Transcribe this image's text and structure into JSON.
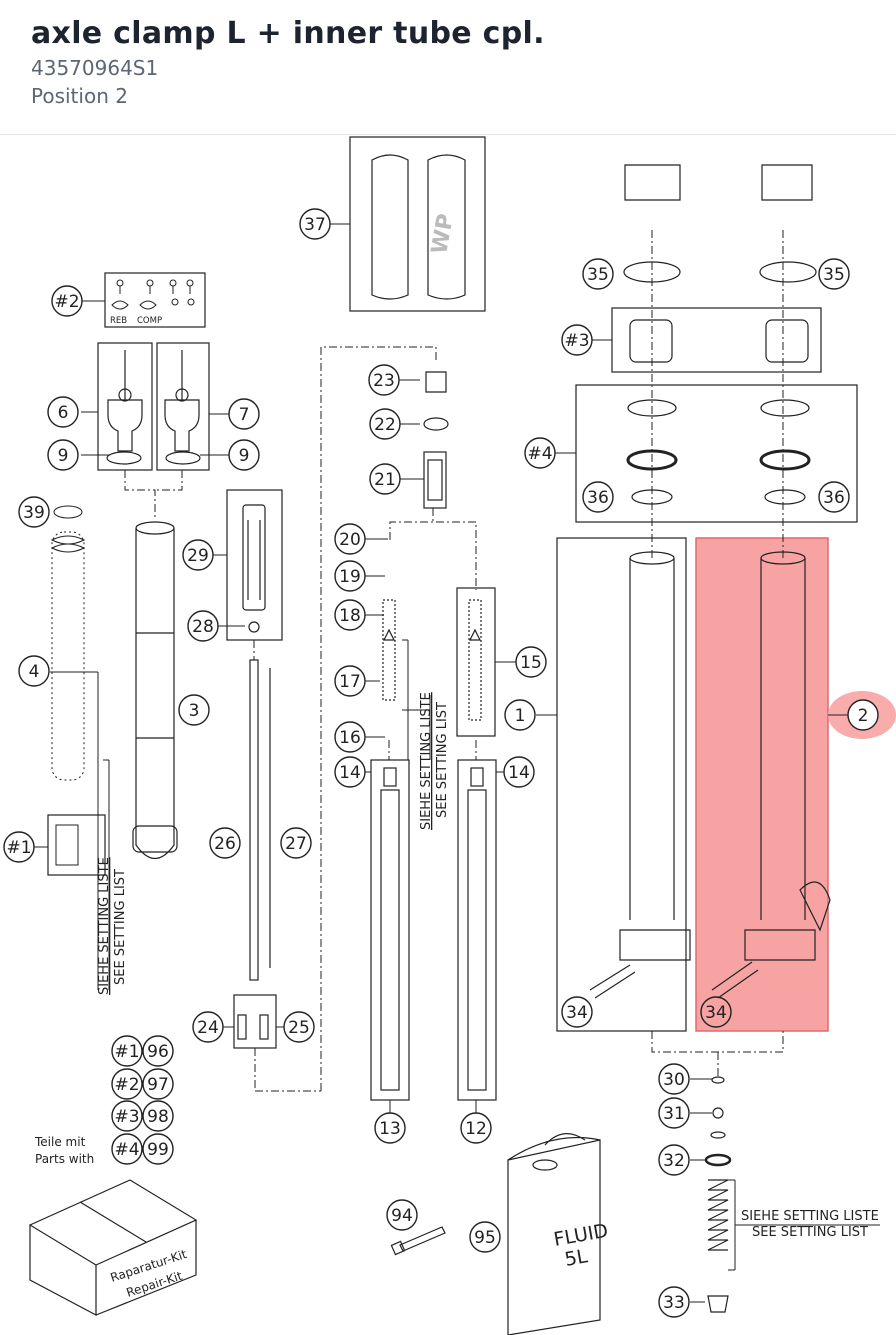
{
  "header": {
    "title": "axle clamp L + inner tube cpl.",
    "part_number": "43570964S1",
    "position": "Position 2"
  },
  "colors": {
    "highlight_fill": "#f7a3a3",
    "highlight_stroke": "#e06a6a",
    "line": "#222222"
  },
  "callouts": {
    "c37": "37",
    "c35a": "35",
    "c35b": "35",
    "cK2": "#2",
    "cK3": "#3",
    "c23": "23",
    "c22": "22",
    "c6": "6",
    "c7": "7",
    "c9a": "9",
    "c9b": "9",
    "c21": "21",
    "cK4": "#4",
    "c36a": "36",
    "c36b": "36",
    "c39": "39",
    "c29": "29",
    "c20": "20",
    "c19": "19",
    "c18": "18",
    "c28": "28",
    "c15": "15",
    "c4": "4",
    "c17": "17",
    "c1": "1",
    "c2": "2",
    "c3": "3",
    "c16": "16",
    "c14a": "14",
    "c14b": "14",
    "cK1": "#1",
    "c26": "26",
    "c27": "27",
    "c34a": "34",
    "c34b": "34",
    "c24": "24",
    "c25": "25",
    "cK1b": "#1",
    "c96": "96",
    "cK2b": "#2",
    "c97": "97",
    "cK3b": "#3",
    "c98": "98",
    "cK4b": "#4",
    "c99": "99",
    "c13": "13",
    "c12": "12",
    "c30": "30",
    "c31": "31",
    "c32": "32",
    "c94": "94",
    "c95": "95",
    "c33": "33"
  },
  "labels": {
    "reb": "REB",
    "comp": "COMP",
    "setting_de": "SIEHE SETTING LISTE",
    "setting_en": "SEE SETTING LIST",
    "parts_de": "Teile mit",
    "parts_en": "Parts with",
    "kit_de": "Raparatur-Kit",
    "kit_en": "Repair-Kit",
    "fluid": "FLUID",
    "fluid_vol": "5L"
  }
}
